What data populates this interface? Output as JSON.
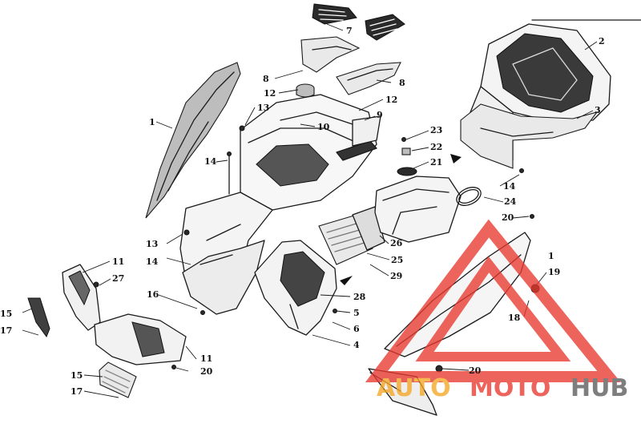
{
  "callouts": [
    {
      "id": "c1a",
      "text": "1"
    },
    {
      "id": "c1b",
      "text": "1"
    },
    {
      "id": "c2",
      "text": "2"
    },
    {
      "id": "c3",
      "text": "3"
    },
    {
      "id": "c4",
      "text": "4"
    },
    {
      "id": "c5",
      "text": "5"
    },
    {
      "id": "c6",
      "text": "6"
    },
    {
      "id": "c7",
      "text": "7"
    },
    {
      "id": "c8a",
      "text": "8"
    },
    {
      "id": "c8b",
      "text": "8"
    },
    {
      "id": "c9",
      "text": "9"
    },
    {
      "id": "c10",
      "text": "10"
    },
    {
      "id": "c11a",
      "text": "11"
    },
    {
      "id": "c11b",
      "text": "11"
    },
    {
      "id": "c12a",
      "text": "12"
    },
    {
      "id": "c12b",
      "text": "12"
    },
    {
      "id": "c13a",
      "text": "13"
    },
    {
      "id": "c13b",
      "text": "13"
    },
    {
      "id": "c14a",
      "text": "14"
    },
    {
      "id": "c14b",
      "text": "14"
    },
    {
      "id": "c14c",
      "text": "14"
    },
    {
      "id": "c15a",
      "text": "15"
    },
    {
      "id": "c15b",
      "text": "15"
    },
    {
      "id": "c16",
      "text": "16"
    },
    {
      "id": "c17a",
      "text": "17"
    },
    {
      "id": "c17b",
      "text": "17"
    },
    {
      "id": "c18",
      "text": "18"
    },
    {
      "id": "c19",
      "text": "19"
    },
    {
      "id": "c20a",
      "text": "20"
    },
    {
      "id": "c20b",
      "text": "20"
    },
    {
      "id": "c20c",
      "text": "20"
    },
    {
      "id": "c21",
      "text": "21"
    },
    {
      "id": "c22",
      "text": "22"
    },
    {
      "id": "c23",
      "text": "23"
    },
    {
      "id": "c24",
      "text": "24"
    },
    {
      "id": "c25",
      "text": "25"
    },
    {
      "id": "c26",
      "text": "26"
    },
    {
      "id": "c27",
      "text": "27"
    },
    {
      "id": "c28",
      "text": "28"
    },
    {
      "id": "c29",
      "text": "29"
    }
  ],
  "watermark": {
    "part1": "AUTO",
    "part2": "MOTO",
    "part3": "HUB",
    "color_auto": "#f5a623",
    "color_moto": "#e8392f",
    "color_hub": "#5a5a5a",
    "triangle_color": "#e8392f"
  }
}
